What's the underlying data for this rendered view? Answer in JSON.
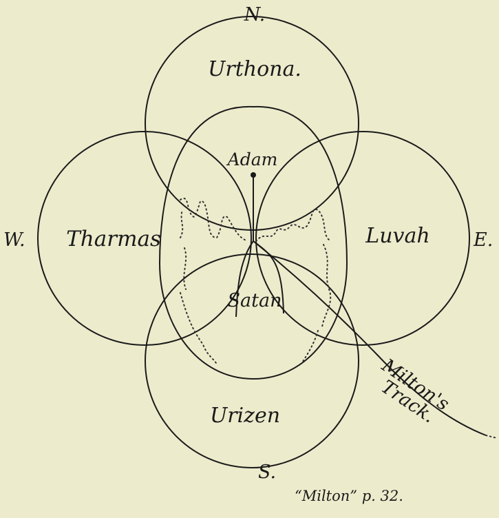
{
  "directions": {
    "north": "N.",
    "south": "S.",
    "east": "E.",
    "west": "W."
  },
  "zoas": {
    "urthona": "Urthona.",
    "tharmas": "Tharmas",
    "luvah": "Luvah",
    "urizen": "Urizen"
  },
  "figures": {
    "adam": "Adam",
    "satan": "Satan"
  },
  "track_label": {
    "line1": "Milton's",
    "line2": "Track."
  },
  "caption": "“Milton” p. 32."
}
